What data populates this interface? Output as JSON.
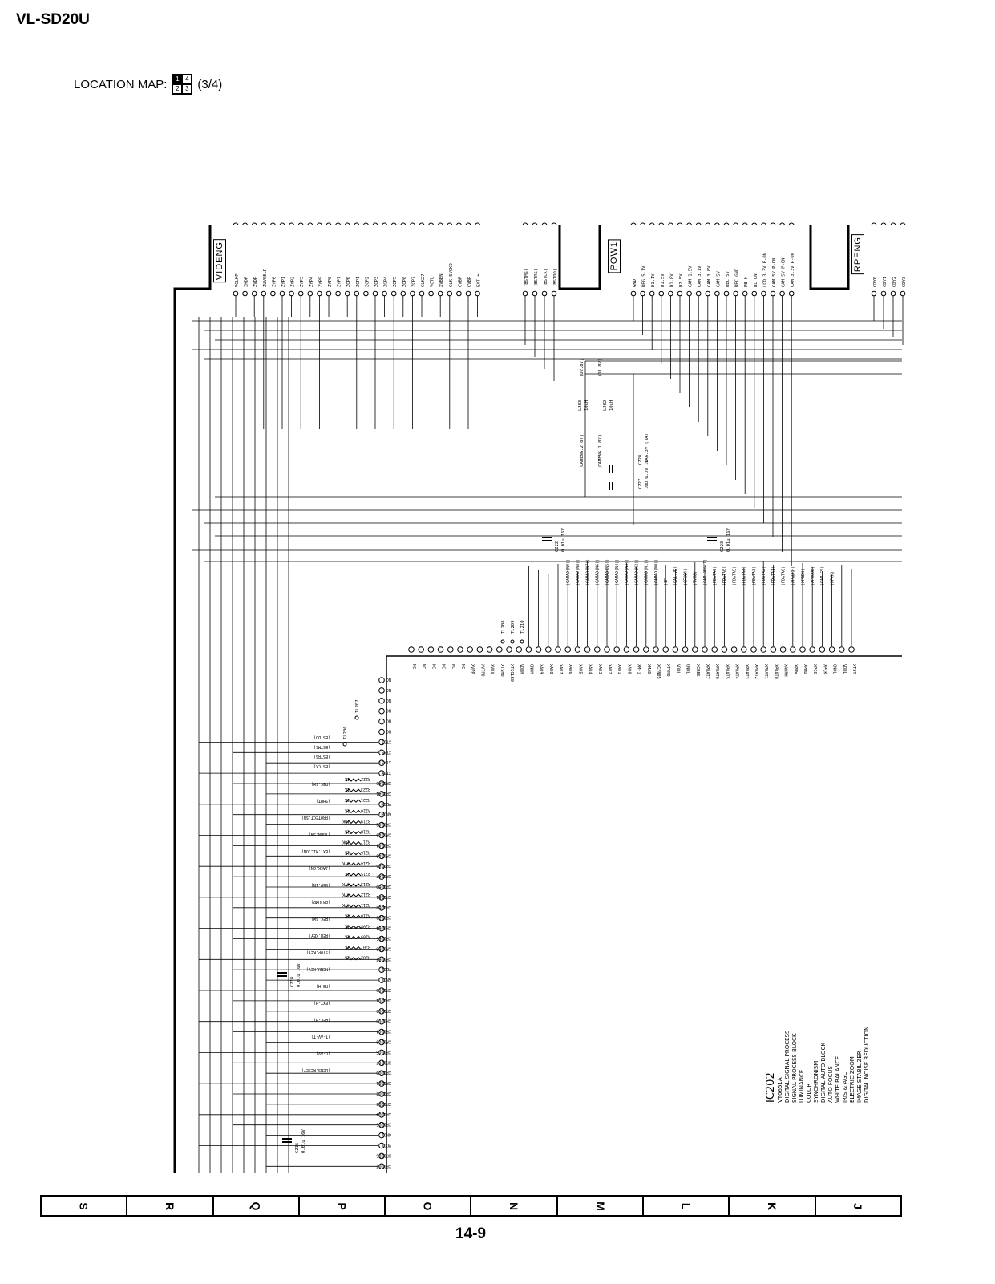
{
  "header": {
    "model": "VL-SD20U"
  },
  "location_map": {
    "label": "LOCATION MAP:",
    "page_ref": "(3/4)",
    "cells": [
      "1",
      "4",
      "2",
      "3"
    ],
    "active": "1"
  },
  "connectors": {
    "videng": {
      "label": "VIDENG",
      "pins": [
        "VCLKP",
        "ZHDP",
        "ZVDP",
        "ZUVSELP",
        "ZYP0",
        "ZYP1",
        "ZYP2",
        "ZYP3",
        "ZYP4",
        "ZYP5",
        "ZYP6",
        "ZYP7",
        "ZCP0",
        "ZCP1",
        "ZCP2",
        "ZCP3",
        "ZCP4",
        "ZCP5",
        "ZCP6",
        "ZCP7",
        "CLK27",
        "VCTL",
        "XVBEN",
        "CLK 5VCKD",
        "CVBR",
        "CVBR",
        "EXT-+"
      ]
    },
    "vid_extra": {
      "pins": [
        "(BSTMS)",
        "(BSTRS)",
        "(BSTCK)",
        "(BSTDO)"
      ]
    },
    "pow1": {
      "label": "POW1",
      "pins": [
        "GND",
        "REG 5.1V",
        "D1.1V",
        "D1.5V",
        "D1.8V",
        "D2.5V",
        "CAM 1.5V",
        "CAM 3.1V",
        "CAM 3.8V",
        "CAM 5V",
        "REC 5V",
        "REC GND",
        "PB H",
        "BL ON",
        "LCD 3.3V P-ON",
        "CAM 5V P-ON",
        "CAM 5V P-ON",
        "CAM 3.3V P-ON"
      ]
    },
    "rpeng": {
      "label": "RPENG",
      "pins": [
        "CDY0",
        "CDY1",
        "CDY2",
        "CDY3"
      ]
    }
  },
  "components": {
    "l203": {
      "ref": "L203",
      "val": "10uH"
    },
    "l202": {
      "ref": "L202",
      "val": "10uH"
    },
    "c227": {
      "ref": "C227",
      "val": "10u 6.3V (TA)"
    },
    "c228": {
      "ref": "C228",
      "val": "1u 6.3V (TA)"
    },
    "c222": {
      "ref": "C222",
      "val": "0.01u 16V"
    },
    "c223": {
      "ref": "C223",
      "val": "0.01u 16V"
    },
    "c218": {
      "ref": "C218",
      "val": "0.01u 16V"
    },
    "c216": {
      "ref": "C216",
      "val": "0.01u 16V"
    },
    "tl207": "TL207",
    "tl206": "TL206",
    "tl208": "TL208",
    "tl209": "TL209",
    "tl210": "TL210"
  },
  "net_labels": {
    "cam_upper": "(CAMENG.2.8V)",
    "cam_lower": "(CAMENG.1.8V)",
    "d28": "(D2.8V)",
    "d18": "(D1.8V)",
    "cam_bus": [
      "(CAMAD(N9))",
      "(CAMAD(N8))",
      "(CAMAD(N7))",
      "(CAMAD(N6))",
      "(CAMAD(N5))",
      "(CAMAD(N4))",
      "(CAMAD(N3))",
      "(CAMAD(N2))",
      "(CAMAD(N1))",
      "(CAMAD(N0))",
      "(IF)",
      "(CAL.VD)",
      "(CFX04)",
      "(TVM0)",
      "(CAM.RESET)",
      "(PDATA7)",
      "(PDATA6)",
      "(PDATA5)",
      "(PDATA4)",
      "(PDATA3)",
      "(PDATA2)",
      "(PDATA1)",
      "(PDATA0)",
      "(XPADRH)",
      "(XPRDN)",
      "(XPMODE)",
      "(CAM.CS)",
      "(XPCK)"
    ],
    "left_side": [
      "(BSTDO)",
      "(BSTMS)",
      "(BSTRS)",
      "(BSTCK)",
      "(REG.SW)",
      "(SHUT)",
      "(PROTECT.SW)",
      "(TURN.SW)",
      "(EXT.MIC.ON)",
      "(JACK.ON)",
      "(SEP.IN)",
      "(PBJUMP)",
      "(REC.SW)",
      "(REW.KEY)",
      "(STOP.KEY)",
      "(MENU.KEY)",
      "(PB+H)",
      "(EXT-H)",
      "(REC-H)",
      "(T-AV-T)",
      "(L-AV)",
      "(LENS.RESET)"
    ]
  },
  "ic": {
    "ref": "IC202",
    "part": "VT0651A",
    "desc_lines": [
      "DIGITAL SIGNAL PROCESS",
      "SIGNAL PROCESS BLOCK",
      "LUMINANCE",
      "COLOR",
      "SYNCHRONISM",
      "DIGITAL AUTO BLOCK",
      "AUTO FOCUS",
      "WHITE BALANCE",
      "IRIS & AGC",
      "ELECTRIC ZOOM",
      "IMAGE STABILIZER",
      "DIGITAL NOISE REDUCTION"
    ],
    "top_pins": [
      "NC",
      "NC",
      "NC",
      "NC",
      "NC",
      "NC",
      "XVPP",
      "XVTPO",
      "XVDX",
      "XTSH0",
      "XTSCLK0",
      "VDDM",
      "GNDM",
      "XAD9",
      "XAD8",
      "XAD7",
      "XAD6",
      "XAD5",
      "XAD4",
      "XAD3",
      "XAD2",
      "XAD1",
      "XAD0",
      "XMF1",
      "XMAD",
      "XCFN05",
      "XTVM0",
      "VDDL",
      "GNDL",
      "XCRES",
      "XPDAT7",
      "XPDAT6",
      "XPDAT5",
      "XPDAT4",
      "XPDAT3",
      "XPDAT2",
      "XPDAT1",
      "XPDAT0",
      "XADRH",
      "XPRW",
      "XPMD",
      "XPCS",
      "XPCK",
      "GNDL",
      "VDDL",
      "XTST"
    ],
    "left_pins": [
      "NC",
      "NC",
      "NC",
      "NC",
      "NC",
      "NC",
      "XTDI",
      "XTMS",
      "XTRST",
      "XTCK",
      "XP1DA0",
      "XP1DA1",
      "VDDH",
      "GNDH",
      "XP1DA2",
      "XP1DA3",
      "XP1DA4",
      "XP1DA5",
      "XP1DA6",
      "XP1DA7",
      "XP1DB0",
      "XP1DB1",
      "XP1DB2",
      "XP1DB3",
      "XP1DB4",
      "XP1DB5",
      "XP1DB6",
      "XP1DB7",
      "VDDL",
      "GNDL",
      "XP1DC0",
      "XP1DC1",
      "XP1DC2",
      "XP1DC3",
      "XP1DC4",
      "XP1DC5",
      "XP1DC6",
      "XP1DC7",
      "XP1DD0",
      "XP1DD1",
      "XP1DD2",
      "XP1DD3",
      "XP1DD4",
      "XP1DD5",
      "GNDL",
      "VDDL",
      "XP1DD6",
      "XP1DD7"
    ]
  },
  "resistors": [
    {
      "ref": "R222",
      "val": "1K"
    },
    {
      "ref": "R223",
      "val": "1K"
    },
    {
      "ref": "R221",
      "val": "1K"
    },
    {
      "ref": "R220",
      "val": "1K"
    },
    {
      "ref": "R219",
      "val": "10K"
    },
    {
      "ref": "R218",
      "val": "1K"
    },
    {
      "ref": "R217",
      "val": "10K"
    },
    {
      "ref": "R216",
      "val": "1K"
    },
    {
      "ref": "R214",
      "val": "47K"
    },
    {
      "ref": "R215",
      "val": "1K"
    },
    {
      "ref": "R213",
      "val": "47K"
    },
    {
      "ref": "R212",
      "val": "47K"
    },
    {
      "ref": "R211",
      "val": "47K"
    },
    {
      "ref": "R210",
      "val": "1K"
    },
    {
      "ref": "R208",
      "val": "1K"
    },
    {
      "ref": "R209",
      "val": "1K"
    },
    {
      "ref": "R207",
      "val": "1K"
    },
    {
      "ref": "R202",
      "val": "1K"
    }
  ],
  "footer": {
    "columns": [
      "S",
      "R",
      "Q",
      "P",
      "O",
      "N",
      "M",
      "L",
      "K",
      "J"
    ],
    "page_number": "14-9"
  }
}
